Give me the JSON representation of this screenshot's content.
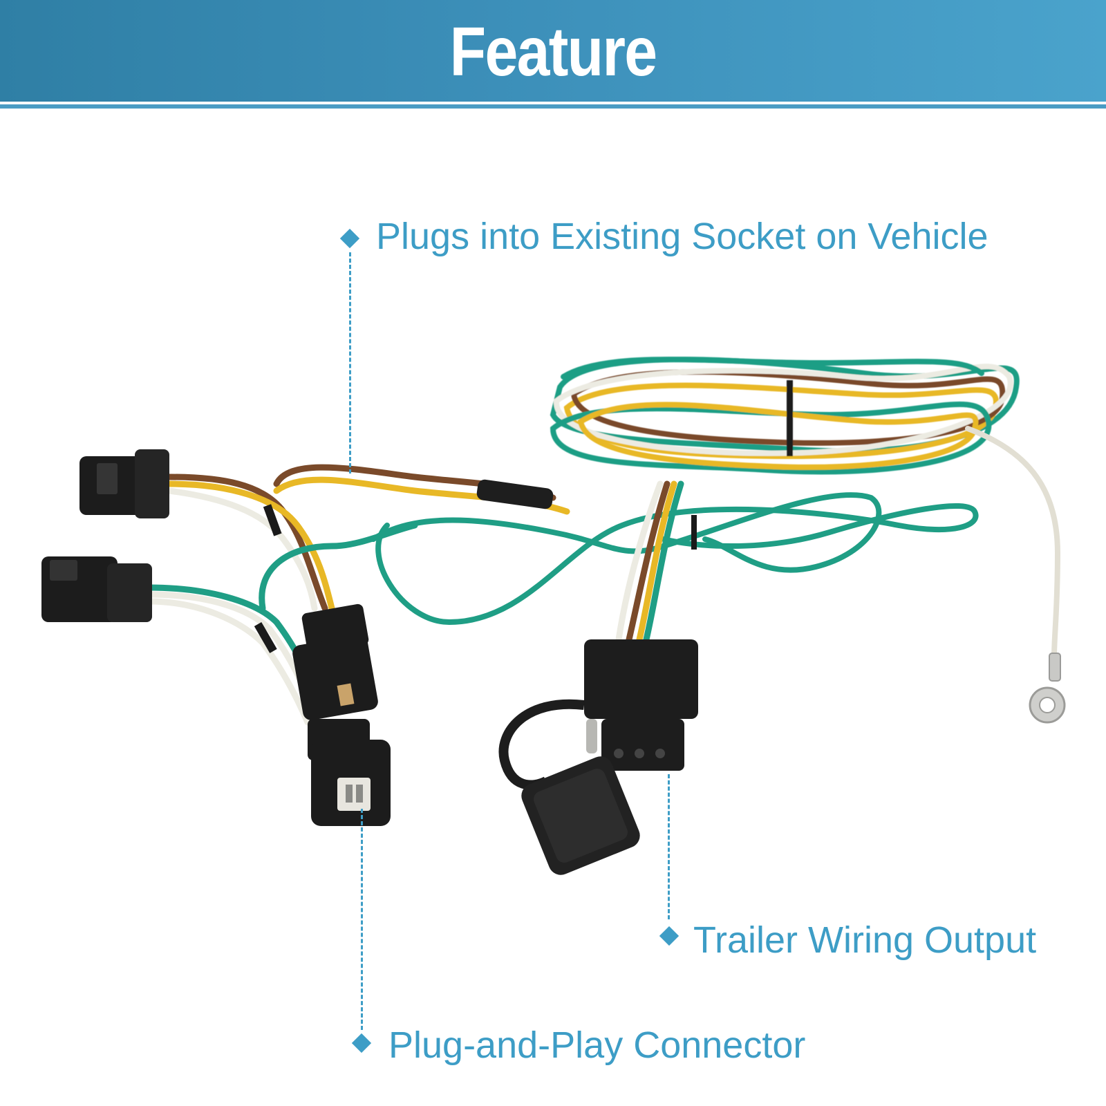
{
  "header": {
    "title": "Feature"
  },
  "callouts": {
    "socket": "Plugs into Existing Socket on Vehicle",
    "output": "Trailer Wiring Output",
    "connector": "Plug-and-Play Connector"
  },
  "colors": {
    "accent": "#3d9dc6",
    "banner": "#3a8db8",
    "wire_green": "#1f9e85",
    "wire_yellow": "#e8b826",
    "wire_brown": "#7a4a2a",
    "wire_white": "#f1f1ec",
    "connector_black": "#1c1c1c"
  },
  "icons": [
    "diamond-bullet-icon"
  ]
}
